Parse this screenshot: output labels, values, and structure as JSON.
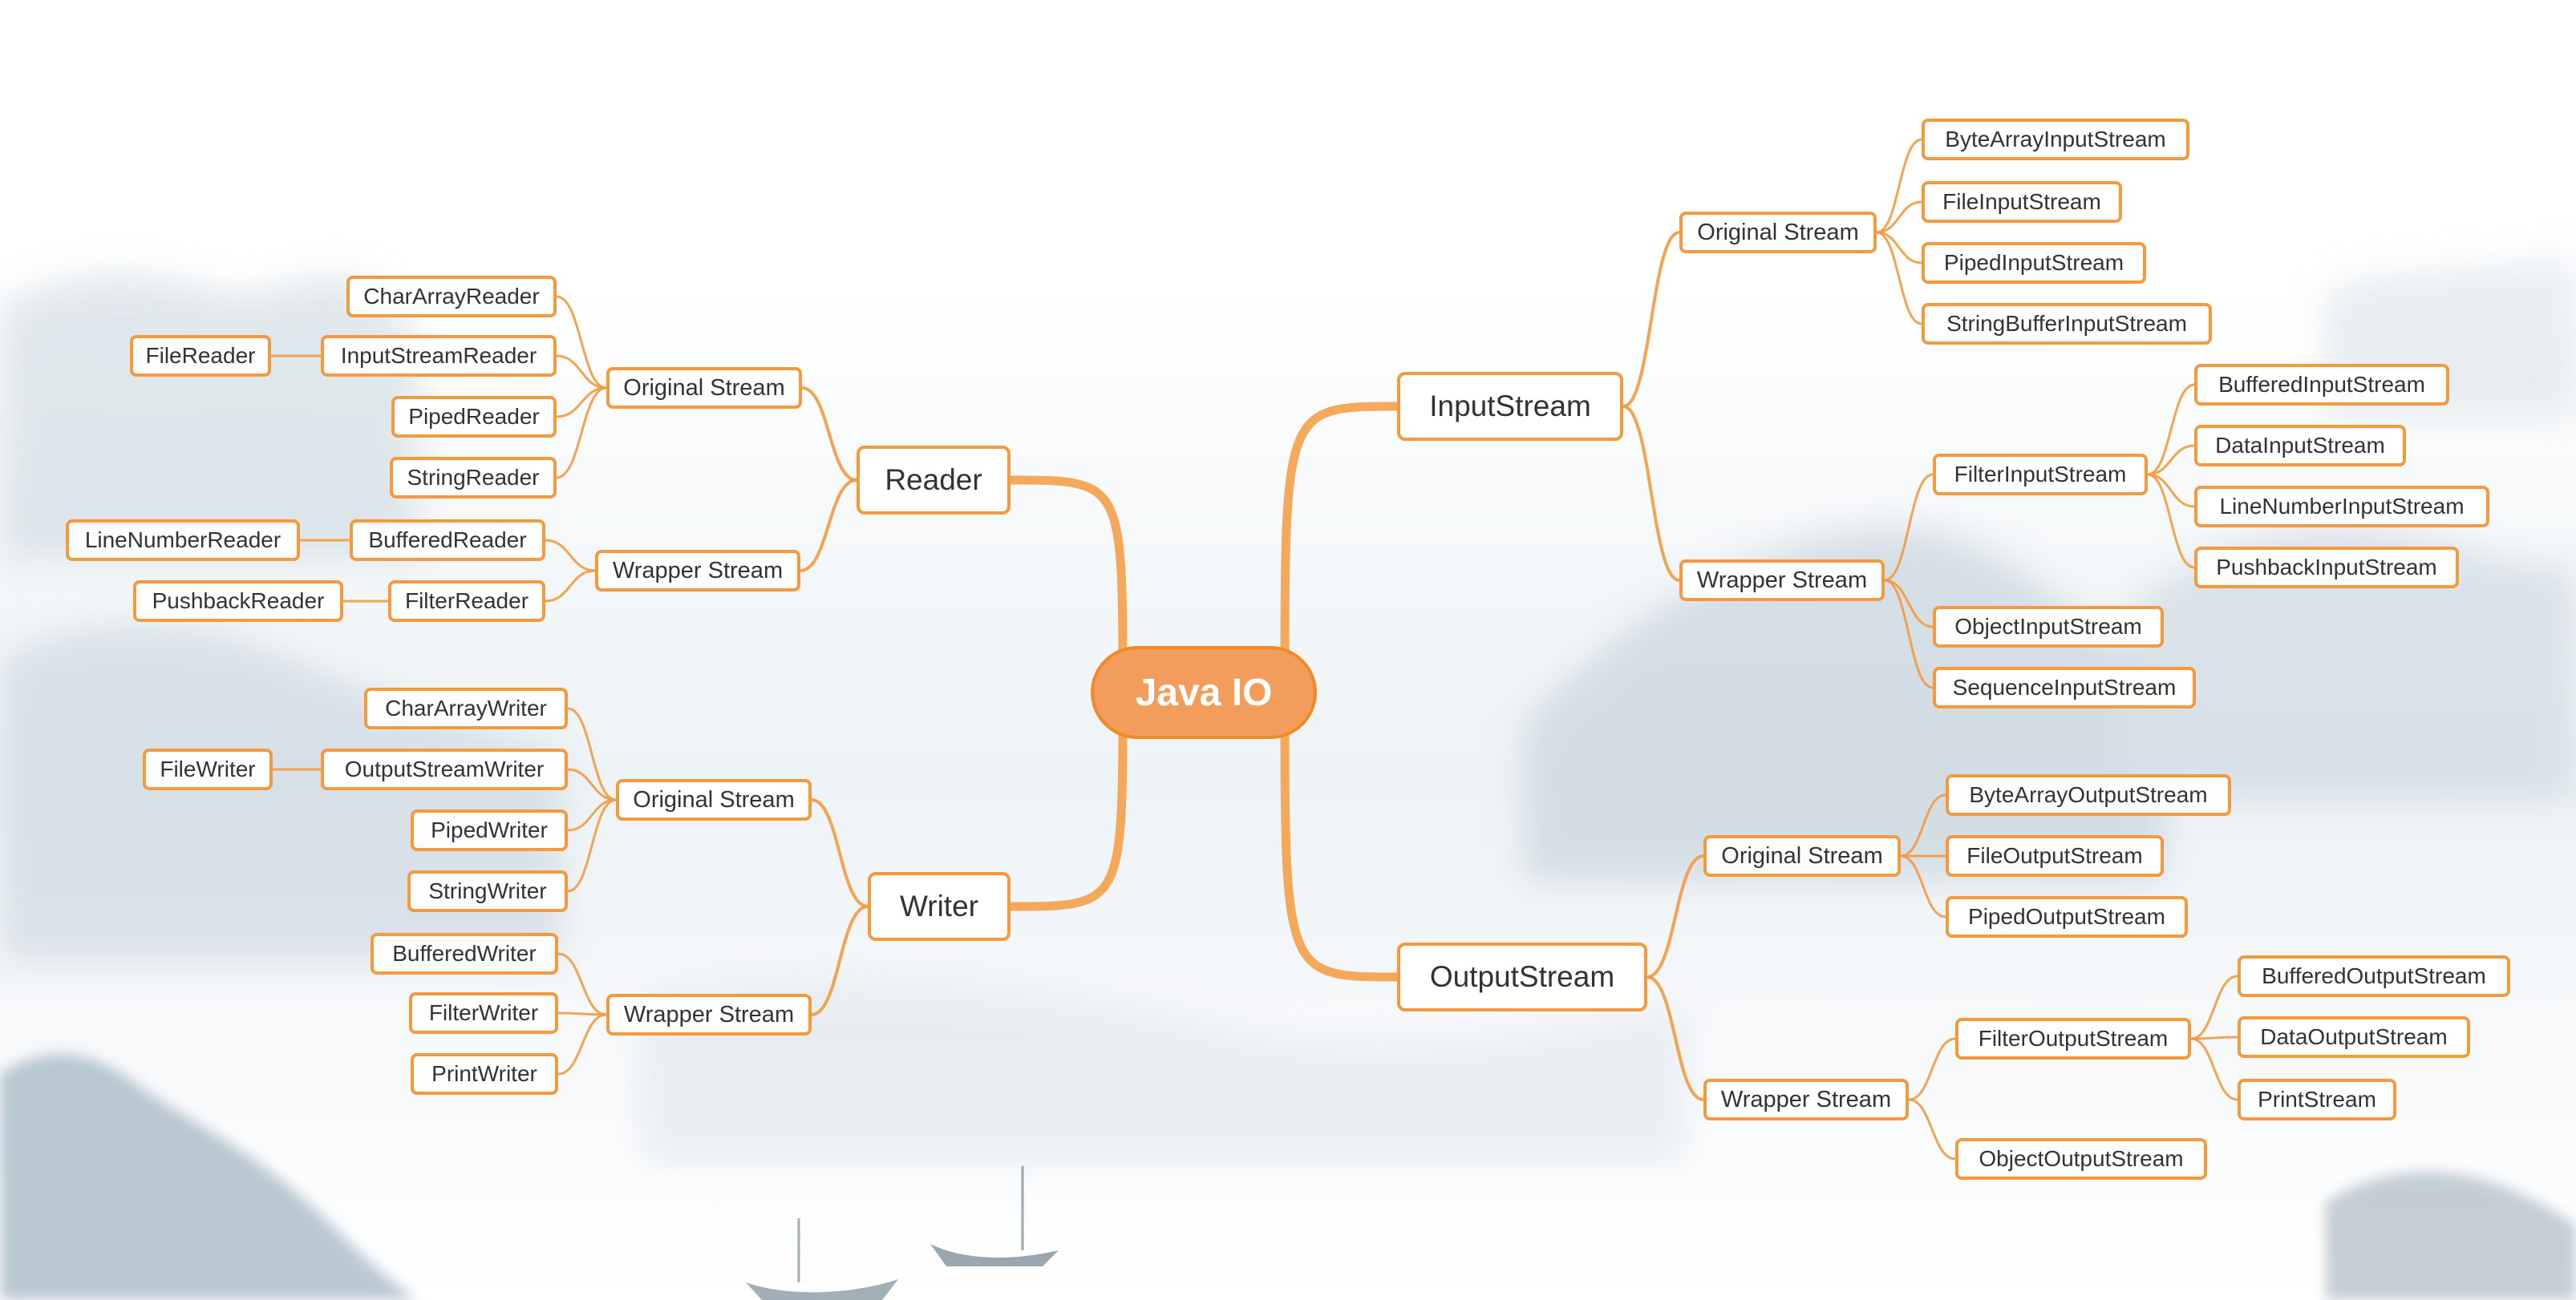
{
  "colors": {
    "accent": "#f39a3e",
    "root_fill": "#f39d5c",
    "root_border": "#ef8a24",
    "text": "#333333"
  },
  "mindmap": {
    "root": "Java IO",
    "left": [
      {
        "label": "Reader",
        "children": [
          {
            "label": "Original Stream",
            "children": [
              {
                "label": "CharArrayReader"
              },
              {
                "label": "InputStreamReader",
                "children": [
                  {
                    "label": "FileReader"
                  }
                ]
              },
              {
                "label": "PipedReader"
              },
              {
                "label": "StringReader"
              }
            ]
          },
          {
            "label": "Wrapper Stream",
            "children": [
              {
                "label": "BufferedReader",
                "children": [
                  {
                    "label": "LineNumberReader"
                  }
                ]
              },
              {
                "label": "FilterReader",
                "children": [
                  {
                    "label": "PushbackReader"
                  }
                ]
              }
            ]
          }
        ]
      },
      {
        "label": "Writer",
        "children": [
          {
            "label": "Original Stream",
            "children": [
              {
                "label": "CharArrayWriter"
              },
              {
                "label": "OutputStreamWriter",
                "children": [
                  {
                    "label": "FileWriter"
                  }
                ]
              },
              {
                "label": "PipedWriter"
              },
              {
                "label": "StringWriter"
              }
            ]
          },
          {
            "label": "Wrapper Stream",
            "children": [
              {
                "label": "BufferedWriter"
              },
              {
                "label": "FilterWriter"
              },
              {
                "label": "PrintWriter"
              }
            ]
          }
        ]
      }
    ],
    "right": [
      {
        "label": "InputStream",
        "children": [
          {
            "label": "Original Stream",
            "children": [
              {
                "label": "ByteArrayInputStream"
              },
              {
                "label": "FileInputStream"
              },
              {
                "label": "PipedInputStream"
              },
              {
                "label": "StringBufferInputStream"
              }
            ]
          },
          {
            "label": "Wrapper Stream",
            "children": [
              {
                "label": "FilterInputStream",
                "children": [
                  {
                    "label": "BufferedInputStream"
                  },
                  {
                    "label": "DataInputStream"
                  },
                  {
                    "label": "LineNumberInputStream"
                  },
                  {
                    "label": "PushbackInputStream"
                  }
                ]
              },
              {
                "label": "ObjectInputStream"
              },
              {
                "label": "SequenceInputStream"
              }
            ]
          }
        ]
      },
      {
        "label": "OutputStream",
        "children": [
          {
            "label": "Original Stream",
            "children": [
              {
                "label": "ByteArrayOutputStream"
              },
              {
                "label": "FileOutputStream"
              },
              {
                "label": "PipedOutputStream"
              }
            ]
          },
          {
            "label": "Wrapper Stream",
            "children": [
              {
                "label": "FilterOutputStream",
                "children": [
                  {
                    "label": "BufferedOutputStream"
                  },
                  {
                    "label": "DataOutputStream"
                  },
                  {
                    "label": "PrintStream"
                  }
                ]
              },
              {
                "label": "ObjectOutputStream"
              }
            ]
          }
        ]
      }
    ]
  }
}
